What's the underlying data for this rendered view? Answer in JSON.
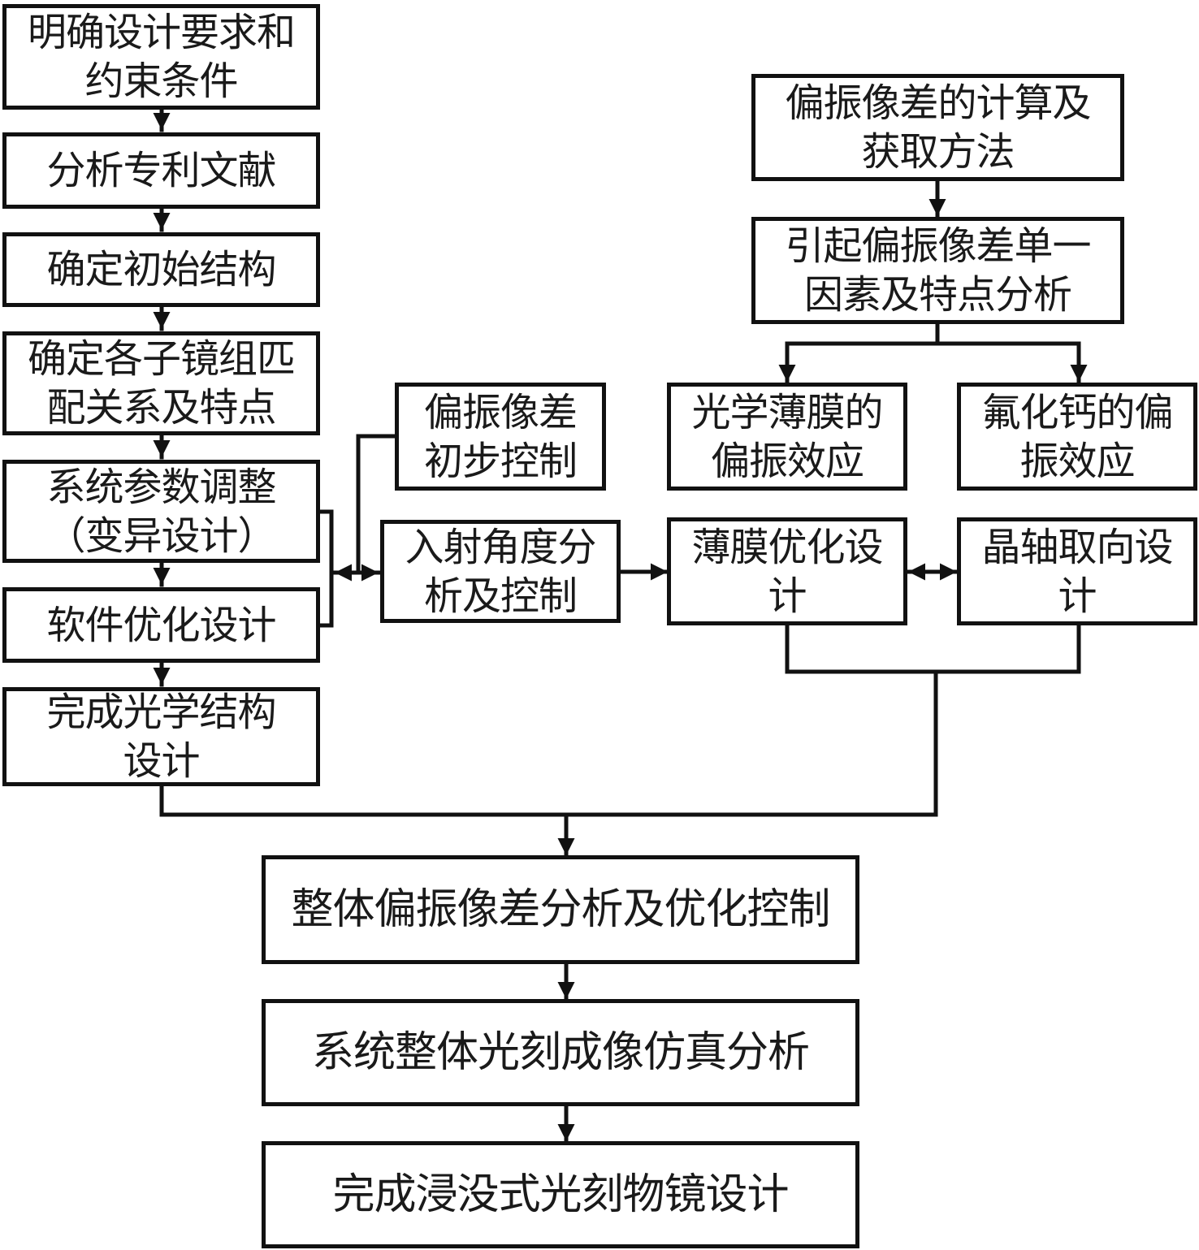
{
  "diagram": {
    "type": "flowchart",
    "nodes": {
      "n1": "明确设计要求和\n约束条件",
      "n2": "分析专利文献",
      "n3": "确定初始结构",
      "n4": "确定各子镜组匹\n配关系及特点",
      "n5": "系统参数调整\n（变异设计）",
      "n6": "软件优化设计",
      "n7": "完成光学结构\n设计",
      "p1": "偏振像差\n初步控制",
      "p2": "入射角度分\n析及控制",
      "r1": "偏振像差的计算及\n获取方法",
      "r2": "引起偏振像差单一\n因素及特点分析",
      "r3": "光学薄膜的\n偏振效应",
      "r4": "氟化钙的偏\n振效应",
      "r5": "薄膜优化设\n计",
      "r6": "晶轴取向设\n计",
      "b1": "整体偏振像差分析及优化控制",
      "b2": "系统整体光刻成像仿真分析",
      "b3": "完成浸没式光刻物镜设计"
    },
    "edges": [
      {
        "from": "明确设计要求和约束条件",
        "to": "分析专利文献",
        "type": "arrow"
      },
      {
        "from": "分析专利文献",
        "to": "确定初始结构",
        "type": "arrow"
      },
      {
        "from": "确定初始结构",
        "to": "确定各子镜组匹配关系及特点",
        "type": "arrow"
      },
      {
        "from": "确定各子镜组匹配关系及特点",
        "to": "系统参数调整（变异设计）",
        "type": "arrow"
      },
      {
        "from": "系统参数调整（变异设计）",
        "to": "软件优化设计",
        "type": "arrow"
      },
      {
        "from": "软件优化设计",
        "to": "完成光学结构设计",
        "type": "arrow"
      },
      {
        "from": "系统参数调整/软件优化设计",
        "to": "偏振像差初步控制/入射角度分析及控制",
        "type": "bidirectional"
      },
      {
        "from": "入射角度分析及控制",
        "to": "薄膜优化设计",
        "type": "arrow"
      },
      {
        "from": "偏振像差的计算及获取方法",
        "to": "引起偏振像差单一因素及特点分析",
        "type": "arrow"
      },
      {
        "from": "引起偏振像差单一因素及特点分析",
        "to": "光学薄膜的偏振效应",
        "type": "arrow"
      },
      {
        "from": "引起偏振像差单一因素及特点分析",
        "to": "氟化钙的偏振效应",
        "type": "arrow"
      },
      {
        "from": "薄膜优化设计",
        "to": "晶轴取向设计",
        "type": "bidirectional"
      },
      {
        "from": "完成光学结构设计 + 薄膜优化设计 + 晶轴取向设计",
        "to": "整体偏振像差分析及优化控制",
        "type": "merge-arrow"
      },
      {
        "from": "整体偏振像差分析及优化控制",
        "to": "系统整体光刻成像仿真分析",
        "type": "arrow"
      },
      {
        "from": "系统整体光刻成像仿真分析",
        "to": "完成浸没式光刻物镜设计",
        "type": "arrow"
      }
    ],
    "colors": {
      "stroke": "#111111",
      "text": "#1a1a1a",
      "background": "#ffffff"
    }
  }
}
